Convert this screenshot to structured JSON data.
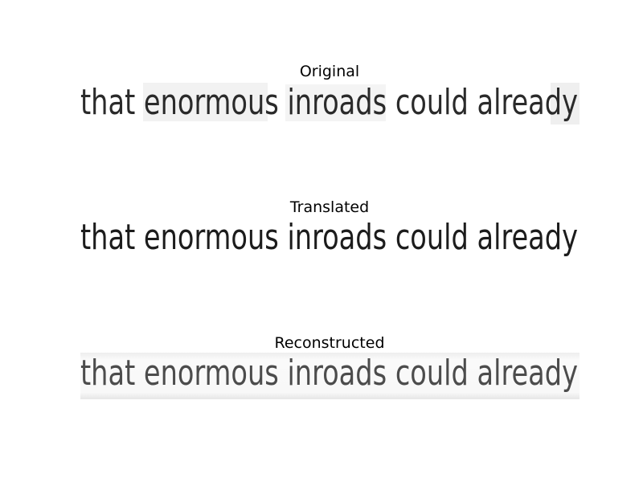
{
  "panels": [
    {
      "title": "Original",
      "handwritten_text": "that enormous inroads could already"
    },
    {
      "title": "Translated",
      "handwritten_text": "that enormous inroads could already"
    },
    {
      "title": "Reconstructed",
      "handwritten_text": "that enormous inroads could already"
    }
  ]
}
